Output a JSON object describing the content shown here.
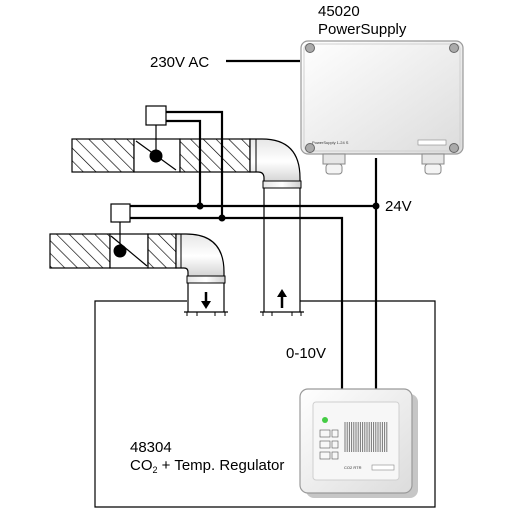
{
  "power_supply": {
    "part_number": "45020",
    "name": "PowerSupply",
    "input_label": "230V AC",
    "output_label": "24V",
    "device_label": "PowerSupply 1-24 S"
  },
  "regulator": {
    "part_number": "48304",
    "name_co": "CO",
    "name_subscript": "2",
    "name_rest": " + Temp. Regulator",
    "signal_label": "0-10V",
    "device_code": "CO2 RTR"
  },
  "colors": {
    "line": "#000000",
    "device_body": "#f4f4f4",
    "device_shadow": "#bdbdbd",
    "status_led": "#44cc44"
  },
  "icons": [
    "damper-actuator-icon",
    "airflow-down-arrow-icon",
    "airflow-up-arrow-icon",
    "screw-icon",
    "cable-gland-icon"
  ]
}
